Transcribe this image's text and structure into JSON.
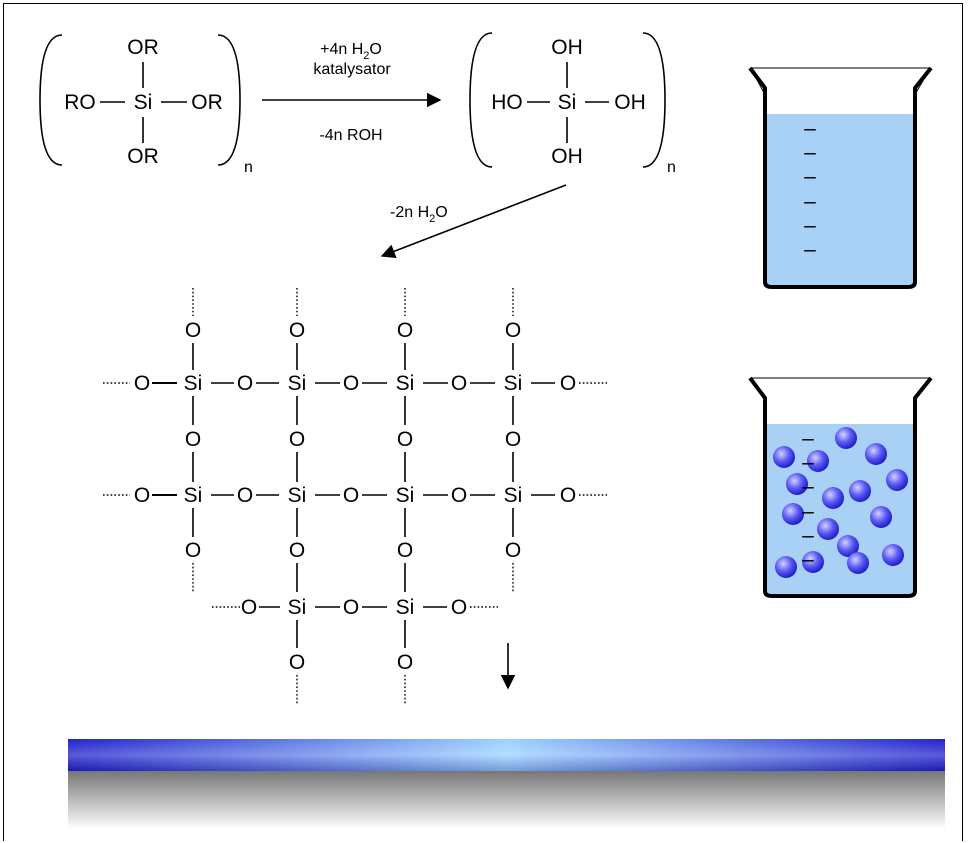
{
  "reactant": {
    "center": "Si",
    "top": "OR",
    "bottom": "OR",
    "left": "RO",
    "right": "OR",
    "repeat": "n"
  },
  "arrow1": {
    "above_line1": "+4n H",
    "above_sub": "2",
    "above_post": "O",
    "above_line2": "katalysator",
    "below": "-4n ROH"
  },
  "product": {
    "center": "Si",
    "top": "OH",
    "bottom": "OH",
    "left": "HO",
    "right": "OH",
    "repeat": "n"
  },
  "arrow2": {
    "label_pre": "-2n H",
    "label_sub": "2",
    "label_post": "O"
  },
  "network": {
    "atom_si": "Si",
    "atom_o": "O"
  },
  "colors": {
    "liquid": "#a9d0f5",
    "particle": "#3a3af0",
    "particle_highlight": "#c8c8ff",
    "band_top": "#2a2adf",
    "band_light": "#8fc3ff",
    "band_grey": "#7f7f7f"
  },
  "beaker_sol": {
    "charge_mark": "–"
  },
  "beaker_gel": {
    "charge_mark": "–"
  }
}
